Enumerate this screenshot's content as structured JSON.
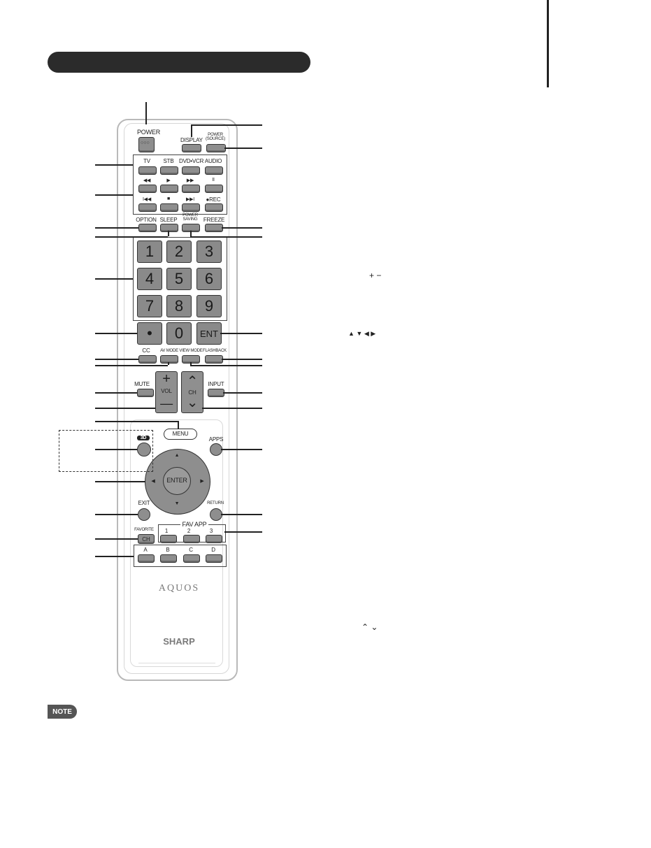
{
  "remote": {
    "power": "POWER",
    "display": "DISPLAY",
    "power_source": "POWER (SOURCE)",
    "source_row": [
      "TV",
      "STB",
      "DVD•VCR",
      "AUDIO"
    ],
    "transport_row1": [
      "◀◀",
      "▶",
      "▶▶",
      "II"
    ],
    "transport_row2": [
      "I◀◀",
      "■",
      "▶▶I",
      "●REC"
    ],
    "option": "OPTION",
    "sleep": "SLEEP",
    "power_saving": "POWER SAVING",
    "freeze": "FREEZE",
    "digits": [
      "1",
      "2",
      "3",
      "4",
      "5",
      "6",
      "7",
      "8",
      "9"
    ],
    "dot": "•",
    "zero": "0",
    "ent": "ENT",
    "cc": "CC",
    "av_mode": "AV MODE",
    "view_mode": "VIEW MODE",
    "flashback": "FLASHBACK",
    "mute": "MUTE",
    "vol_plus": "+",
    "vol": "VOL",
    "vol_minus": "—",
    "ch_up": "⌃",
    "ch": "CH",
    "ch_down": "⌄",
    "input": "INPUT",
    "menu": "MENU",
    "three_d": "3D",
    "apps": "APPS",
    "enter": "ENTER",
    "up": "▲",
    "down": "▼",
    "left": "◀",
    "right": "▶",
    "exit": "EXIT",
    "return": "RETURN",
    "fav_app": "FAV APP",
    "fav_nums": [
      "1",
      "2",
      "3"
    ],
    "favorite": "FAVORITE",
    "fav_ch": "CH",
    "color_keys": [
      "A",
      "B",
      "C",
      "D"
    ],
    "aquos": "AQUOS",
    "sharp": "SHARP"
  },
  "side_symbols": {
    "vol_symbol": "+ −",
    "arrow_symbols": "▲ ▼ ◀ ▶",
    "ch_symbols": "⌃ ⌄"
  },
  "note": "NOTE",
  "colors": {
    "button_gray": "#8e8e8e",
    "pill": "#2b2b2b"
  }
}
